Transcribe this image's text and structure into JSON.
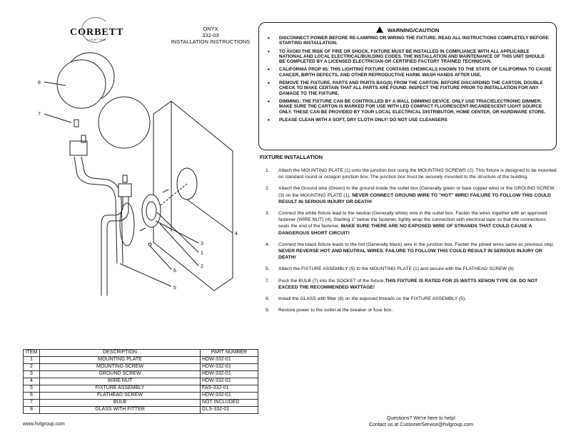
{
  "brand": {
    "name": "CORBETT",
    "sub": "LIGHTING"
  },
  "header": {
    "product": "ONYX",
    "model": "332-03",
    "doc": "INSTALLATION INSTRUCTIONS"
  },
  "warning": {
    "title": "WARNING/CAUTION",
    "items": [
      "DISCONNECT POWER BEFORE RE-LAMPING OR WIRING THE FIXTURE. READ ALL INSTRUCTIONS COMPLETELY BEFORE STARTING INSTALLATION.",
      "TO AVOID THE RISK OF FIRE OR SHOCK, FIXTURE MUST BE INSTALLED IN COMPLIANCE WITH ALL APPLICABLE NATIONAL AND LOCAL ELECTRICAL/BUILDING CODES. THE INSTALLATION AND MAINTENANCE OF THIS UNIT SHOULD BE COMPLETED BY A LICENSED ELECTRICIAN OR CERTIFIED FACTORY TRAINED TECHNICIAN.",
      "CALIFORNIA PROP 65: THIS LIGHTING FIXTURE CONTAINS CHEMICALS KNOWN TO THE STATE OF CALIFORNIA TO CAUSE CANCER, BIRTH DEFECTS, AND OTHER REPRODUCTIVE HARM. WASH HANDS AFTER USE.",
      "REMOVE THE FIXTURE, PARTS AND PARTS BAG(S) FROM THE CARTON. BEFORE DISCARDING THE CARTON, DOUBLE CHECK TO MAKE CERTAIN THAT ALL PARTS ARE FOUND. INSPECT THE FIXTURE PRIOR TO INSTALLATION FOR ANY DAMAGE TO THE FIXTURE.",
      "DIMMING: THE FIXTURE CAN BE CONTROLLED BY A WALL DIMMING DEVICE. ONLY USE TRIAC/ELECTRONIC DIMMER. MAKE SURE THE CARTON IS MARKED FOR USE WITH LED COMPACT FLUORESCENT-INCANDESCENT LIGHT SOURCE ONLY. THESE CAN BE PROVIDED BY YOUR LOCAL ELECTRICAL DISTRIBUTOR, HOME CENTER, OR HARDWARE STORE.",
      "PLEASE CLEAN WITH A SOFT, DRY CLOTH ONLY! DO NOT USE CLEANSERS"
    ]
  },
  "installation": {
    "title": "FIXTURE INSTALLATION",
    "steps": [
      {
        "num": "1.",
        "text": "Attach the MOUNTING PLATE (1) unto the junction box using the MOUNTING SCREWS (2). This fixture is designed to be mounted on standard round or octagon junction box. The junction box must be securely mounted to the structure of the building.",
        "bold": ""
      },
      {
        "num": "2.",
        "text": "Attach the Ground wire (Green) to the ground inside the outlet box (Generally green or bare copper wire) or the GROUND SCREW (3) on the MOUNTING PLATE (1). ",
        "bold": "NEVER CONNECT GROUND WIRE TO \"HOT\" WIRE! FAILURE TO FOLLOW THIS COULD RESULT IN SERIOUS INJURY OR DEATH!"
      },
      {
        "num": "3.",
        "text": "Connect the white fixture lead to the neutral (Generally white) wire in the outlet box. Fasten the wires together with an approved fastener (WIRE NUT) (4). Starting 1\" below the fastener, tightly wrap the connection with electrical tape so that the connections seals the end of the fastener. ",
        "bold": "MAKE SURE THERE ARE NO EXPOSED WIRE OF STRANDS THAT COULD CAUSE A DANGEROUS SHORT CIRCUIT!"
      },
      {
        "num": "4.",
        "text": "Connect the black fixture leads to the hot (Generally black) wire in the junction box. Fasten the joined wires same as previous step. ",
        "bold": "NEVER REVERSE HOT AND NEUTRAL WIRES. FAILURE TO FOLLOW THIS COULD RESULT IN SERIOUS INJURY OR DEATH!"
      },
      {
        "num": "5.",
        "text": "Attach the FIXTURE ASSEMBLY (5) to the MOUNTING PLATE (1) and secure with the FLATHEAD SCREW (6)",
        "bold": ""
      },
      {
        "num": "7.",
        "text": "Push the BULB (7) into the SOCKET of the fixture.",
        "bold": "THIS FIXTURE IS RATED FOR 25 WATTS XENON TYPE G9. DO NOT EXCEED THE RECOMMENDED WATTAGE!"
      },
      {
        "num": "8.",
        "text": "Install the GLASS with fitter (8) on the exposed threads on the FIXTURE ASSEMBLY (5).",
        "bold": ""
      },
      {
        "num": "9.",
        "text": "Restore power to the outlet at the breaker or fuse box.",
        "bold": ""
      }
    ]
  },
  "callouts": {
    "c8": "8",
    "c7": "7",
    "c4": "4",
    "c3": "3",
    "c1": "1",
    "c2": "2",
    "c6": "6",
    "c5": "5"
  },
  "parts_table": {
    "headers": [
      "ITEM",
      "DESCRIPTION",
      "PART NUMBER"
    ],
    "rows": [
      [
        "1",
        "MOUNTING PLATE",
        "HDW-332-01"
      ],
      [
        "2",
        "MOUNTING SCREW",
        "HDW-332-01"
      ],
      [
        "3",
        "GROUND SCREW",
        "HDW-332-01"
      ],
      [
        "4",
        "WIRE NUT",
        "HDW-332-01"
      ],
      [
        "5",
        "FIXTURE ASSEMBLY",
        "FAS-332-01"
      ],
      [
        "6",
        "FLATHEAD SCREW",
        "HDW-332-01"
      ],
      [
        "7",
        "BULB",
        "NOT INCLUDED"
      ],
      [
        "8",
        "GLASS WITH FITTER",
        "GLS-332-01"
      ]
    ]
  },
  "footer": {
    "website": "www.hvlgroup.com",
    "help": "Questions? We're here to help!",
    "contact": "Contact us at CustomerService@hvlgroup.com"
  }
}
